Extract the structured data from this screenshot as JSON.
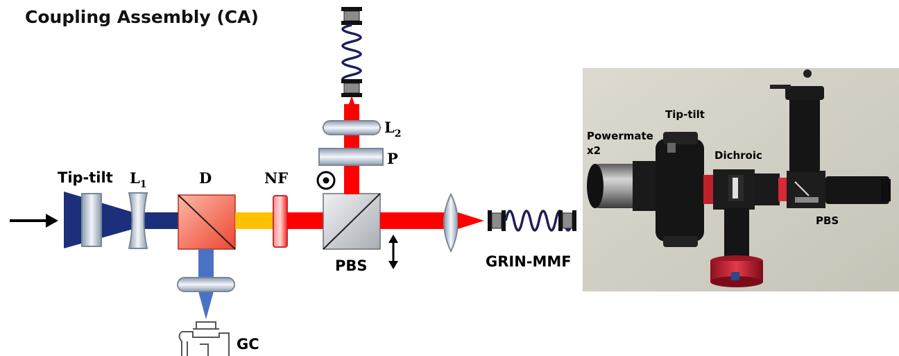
{
  "title": "Coupling Assembly (CA)",
  "diagram_labels": {
    "tip_tilt": "Tip-tilt",
    "l1_main": "L",
    "l1_sub": "1",
    "d": "D",
    "nf": "NF",
    "p": "P",
    "l2_main": "L",
    "l2_sub": "2",
    "pbs": "PBS",
    "grin_mmf": "GRIN-MMF",
    "gc": "GC"
  },
  "photo_labels": {
    "powermate_line1": "Powermate",
    "powermate_line2": "x2",
    "tip_tilt": "Tip-tilt",
    "dichroic": "Dichroic",
    "pbs": "PBS"
  },
  "colors": {
    "input_beam": "#1b2f7a",
    "gc_beam": "#4a72c4",
    "yellow_beam": "#ffc000",
    "red_beam": "#ff0000",
    "fiber_coil": "#1e1e5a",
    "photo_bg": "#d3d1c6"
  }
}
